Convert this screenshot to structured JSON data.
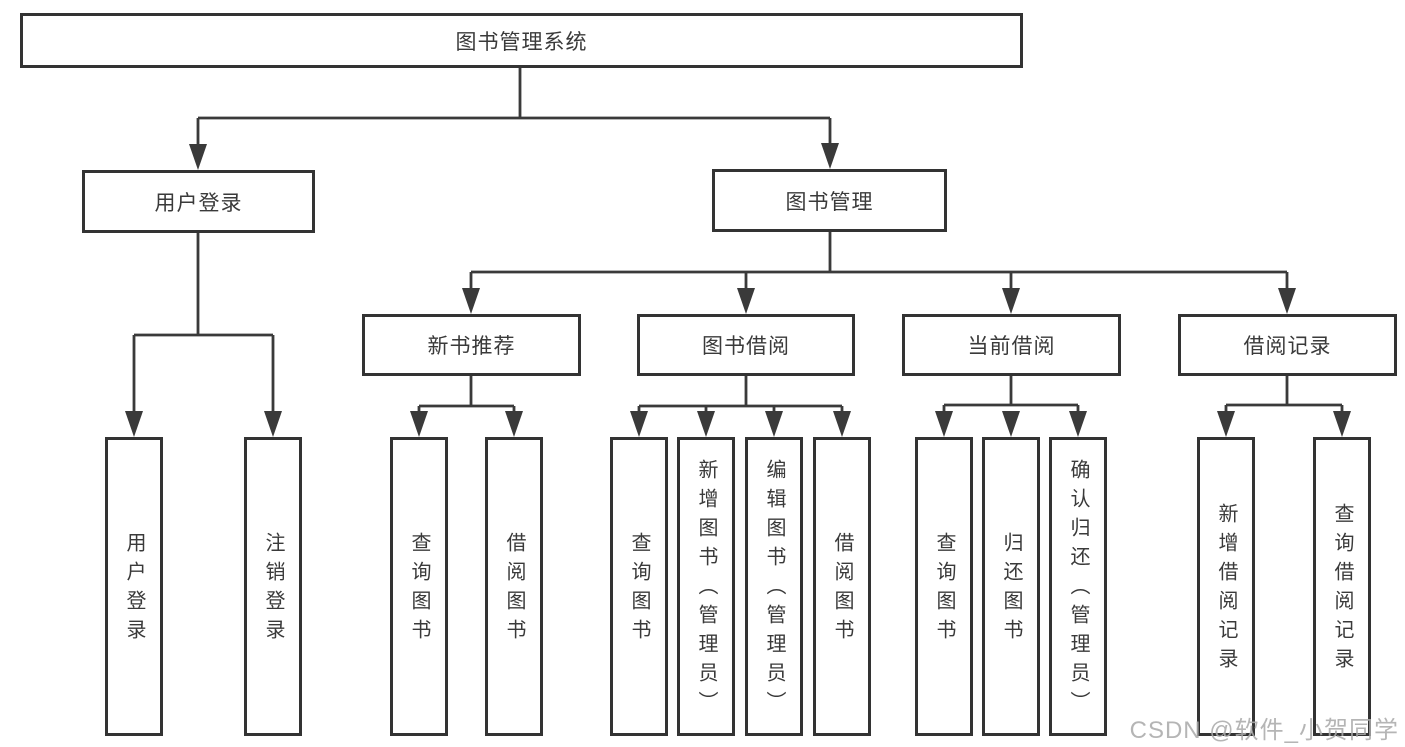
{
  "tree": {
    "root": {
      "label": "图书管理系统"
    },
    "branches": [
      {
        "label": "用户登录",
        "children": [
          {
            "label": "用户登录"
          },
          {
            "label": "注销登录"
          }
        ]
      },
      {
        "label": "图书管理",
        "children": [
          {
            "label": "新书推荐",
            "children": [
              {
                "label": "查询图书"
              },
              {
                "label": "借阅图书"
              }
            ]
          },
          {
            "label": "图书借阅",
            "children": [
              {
                "label": "查询图书"
              },
              {
                "label": "新增图书（管理员）"
              },
              {
                "label": "编辑图书（管理员）"
              },
              {
                "label": "借阅图书"
              }
            ]
          },
          {
            "label": "当前借阅",
            "children": [
              {
                "label": "查询图书"
              },
              {
                "label": "归还图书"
              },
              {
                "label": "确认归还（管理员）"
              }
            ]
          },
          {
            "label": "借阅记录",
            "children": [
              {
                "label": "新增借阅记录"
              },
              {
                "label": "查询借阅记录"
              }
            ]
          }
        ]
      }
    ]
  },
  "watermark": {
    "text": "CSDN @软件_小贺同学"
  },
  "colors": {
    "line": "#3a3a3a",
    "box_border": "#333333",
    "box_fill": "#ffffff",
    "text": "#3a3a3a",
    "watermark": "#ababab"
  }
}
